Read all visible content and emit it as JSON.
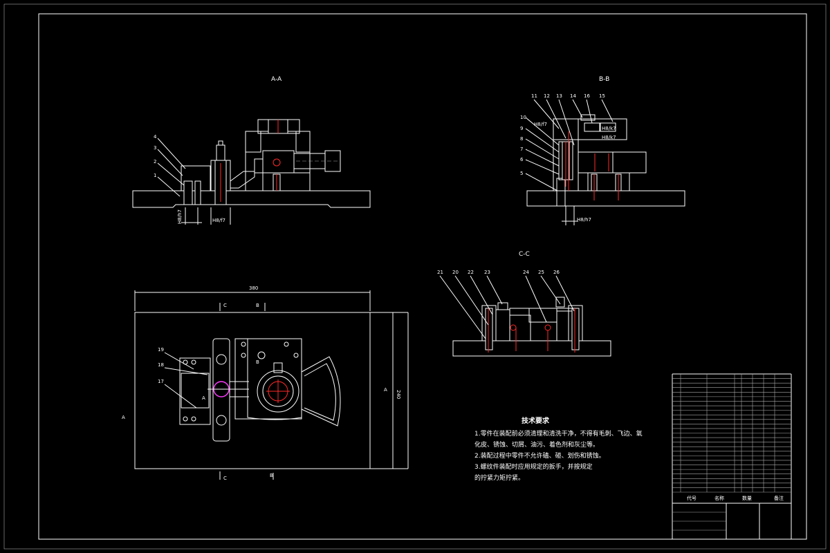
{
  "views": {
    "section_a_title": "A-A",
    "section_b_title": "B-B",
    "section_c_title": "C-C"
  },
  "section_a": {
    "leader_labels": [
      "4",
      "3",
      "2",
      "1"
    ],
    "dims": [
      "H8/h7",
      "H8/f7"
    ]
  },
  "section_b": {
    "leader_labels_top": [
      "11",
      "12",
      "13",
      "14",
      "16",
      "15"
    ],
    "leader_labels_left": [
      "10",
      "9",
      "8",
      "7",
      "6",
      "5"
    ],
    "fit_labels": [
      "H8/f7",
      "H8/k7",
      "H8/k7"
    ],
    "dims": [
      "H8/h7"
    ]
  },
  "section_c": {
    "leader_labels": [
      "21",
      "20",
      "22",
      "23",
      "24",
      "25",
      "26"
    ]
  },
  "plan_view": {
    "overall_width": "380",
    "overall_height": "240",
    "leader_labels": [
      "19",
      "18",
      "17"
    ],
    "cut_c": "C",
    "cut_b": "B",
    "cut_a": "A",
    "inner_b": "B",
    "inner_a": "A"
  },
  "tech_requirements": {
    "title": "技术要求",
    "lines": [
      "1.零件在装配前必须清理和清洗干净，不得有毛刺、飞边、氧",
      "化皮、锈蚀、切屑、油污、着色剂和灰尘等。",
      "2.装配过程中零件不允许磕、碰、划伤和锈蚀。",
      "3.螺纹件装配时应用规定的扳手，并按规定",
      "的拧紧力矩拧紧。"
    ]
  },
  "title_block": {
    "header_code": "代号",
    "header_name": "名称",
    "header_qty": "数量",
    "header_remark": "备注"
  },
  "colors": {
    "background": "#000000",
    "line": "#ffffff",
    "accent_red": "#ff2a2a",
    "accent_magenta": "#ff3cff"
  }
}
